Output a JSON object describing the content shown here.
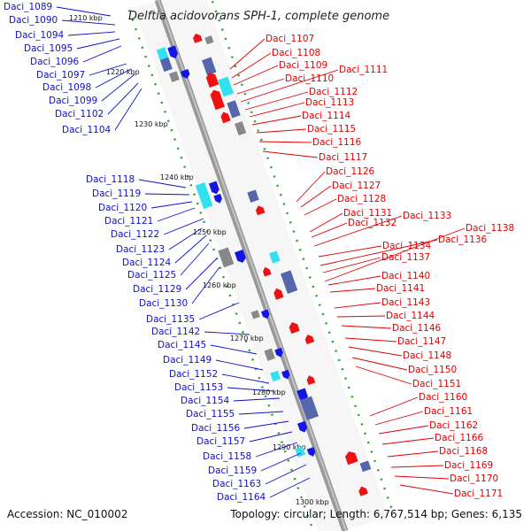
{
  "title": "Delftia acidovorans SPH-1, complete genome",
  "accession": "Accession: NC_010002",
  "summary": "Topology: circular; Length: 6,767,514 bp; Genes: 6,135",
  "ticks": [
    "1210 kbp",
    "1220 kbp",
    "1230 kbp",
    "1240 kbp",
    "1250 kbp",
    "1260 kbp",
    "1270 kbp",
    "1280 kbp",
    "1290 kbp",
    "1300 kbp"
  ],
  "colors": {
    "forward_label": "#1010c8",
    "reverse_label": "#e00000",
    "backbone": "#999999",
    "forward_arrow": "#1414e6",
    "reverse_arrow": "#ee1111",
    "cog_cyan": "#33e0f0",
    "cog_slate": "#5566aa",
    "cog_gray": "#888888",
    "tick_dots": "#22a022"
  },
  "left_labels": [
    "Daci_1089",
    "Daci_1090",
    "Daci_1094",
    "Daci_1095",
    "Daci_1096",
    "Daci_1097",
    "Daci_1098",
    "Daci_1099",
    "Daci_1102",
    "Daci_1104",
    "Daci_1118",
    "Daci_1119",
    "Daci_1120",
    "Daci_1121",
    "Daci_1122",
    "Daci_1123",
    "Daci_1124",
    "Daci_1125",
    "Daci_1129",
    "Daci_1130",
    "Daci_1135",
    "Daci_1142",
    "Daci_1145",
    "Daci_1149",
    "Daci_1152",
    "Daci_1153",
    "Daci_1154",
    "Daci_1155",
    "Daci_1156",
    "Daci_1157",
    "Daci_1158",
    "Daci_1159",
    "Daci_1163",
    "Daci_1164"
  ],
  "right_labels": [
    "Daci_1107",
    "Daci_1108",
    "Daci_1109",
    "Daci_1110",
    "Daci_1111",
    "Daci_1112",
    "Daci_1113",
    "Daci_1114",
    "Daci_1115",
    "Daci_1116",
    "Daci_1117",
    "Daci_1126",
    "Daci_1127",
    "Daci_1128",
    "Daci_1131",
    "Daci_1132",
    "Daci_1133",
    "Daci_1134",
    "Daci_1136",
    "Daci_1137",
    "Daci_1138",
    "Daci_1140",
    "Daci_1141",
    "Daci_1143",
    "Daci_1144",
    "Daci_1146",
    "Daci_1147",
    "Daci_1148",
    "Daci_1150",
    "Daci_1151",
    "Daci_1160",
    "Daci_1161",
    "Daci_1162",
    "Daci_1166",
    "Daci_1168",
    "Daci_1169",
    "Daci_1170",
    "Daci_1171"
  ]
}
